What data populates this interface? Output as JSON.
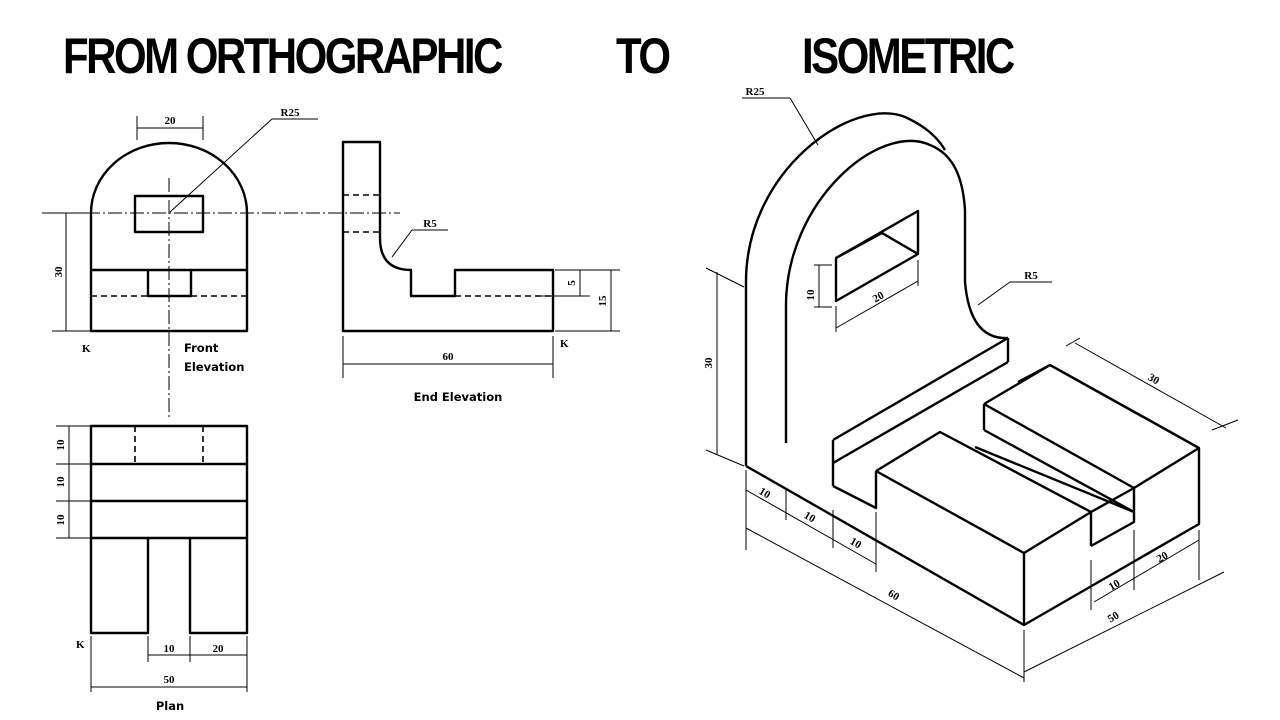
{
  "title": {
    "part1": "FROM ORTHOGRAPHIC",
    "part2": "TO",
    "part3": "ISOMETRIC"
  },
  "views": {
    "front_elevation": {
      "label_line1": "Front",
      "label_line2": "Elevation",
      "corner_marker": "K",
      "dims": {
        "slot_width": "20",
        "radius": "R25",
        "height": "30"
      }
    },
    "end_elevation": {
      "label": "End Elevation",
      "corner_marker": "K",
      "dims": {
        "fillet": "R5",
        "slot_depth": "5",
        "base_height": "15",
        "length": "60"
      }
    },
    "plan": {
      "label": "Plan",
      "corner_marker": "K",
      "dims": {
        "d1": "10",
        "d2": "10",
        "d3": "10",
        "gap": "10",
        "side": "20",
        "width": "50"
      }
    },
    "isometric": {
      "dims": {
        "radius": "R25",
        "fillet": "R5",
        "height": "30",
        "hole_h": "10",
        "hole_w": "20",
        "top_depth": "30",
        "a": "10",
        "b": "10",
        "c": "10",
        "length": "60",
        "d": "10",
        "e": "20",
        "width": "50"
      }
    }
  }
}
